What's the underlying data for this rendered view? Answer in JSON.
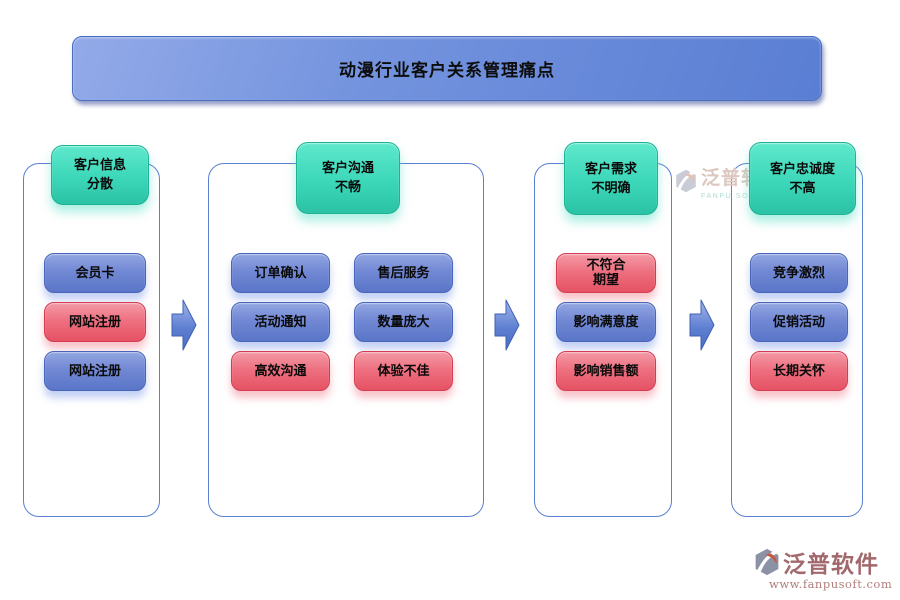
{
  "title": "动漫行业客户关系管理痛点",
  "watermark": {
    "brand": "泛普软件",
    "sub": "FANPU SOFTWARE"
  },
  "footer": {
    "brand": "泛普软件",
    "url": "www.fanpusoft.com"
  },
  "colors": {
    "banner_blue": "#6a8cda",
    "panel_border": "#5b7fd1",
    "badge_teal": "#35cdb1",
    "button_blue": "#5a76c8",
    "button_red": "#e55264",
    "arrow_blue": "#5c7ed2",
    "brand_muted_red": "#a2696d"
  },
  "columns": [
    {
      "header": "客户信息\n分散",
      "items": [
        {
          "label": "会员卡",
          "color": "blue"
        },
        {
          "label": "网站注册",
          "color": "red"
        },
        {
          "label": "网站注册",
          "color": "blue"
        }
      ]
    },
    {
      "header": "客户沟通\n不畅",
      "items_left": [
        {
          "label": "订单确认",
          "color": "blue"
        },
        {
          "label": "活动通知",
          "color": "blue"
        },
        {
          "label": "高效沟通",
          "color": "red"
        }
      ],
      "items_right": [
        {
          "label": "售后服务",
          "color": "blue"
        },
        {
          "label": "数量庞大",
          "color": "blue"
        },
        {
          "label": "体验不佳",
          "color": "red"
        }
      ]
    },
    {
      "header": "客户需求\n不明确",
      "items": [
        {
          "label": "不符合\n期望",
          "color": "red"
        },
        {
          "label": "影响满意度",
          "color": "blue"
        },
        {
          "label": "影响销售额",
          "color": "red"
        }
      ]
    },
    {
      "header": "客户忠诚度\n不高",
      "items": [
        {
          "label": "竞争激烈",
          "color": "blue"
        },
        {
          "label": "促销活动",
          "color": "blue"
        },
        {
          "label": "长期关怀",
          "color": "red"
        }
      ]
    }
  ]
}
